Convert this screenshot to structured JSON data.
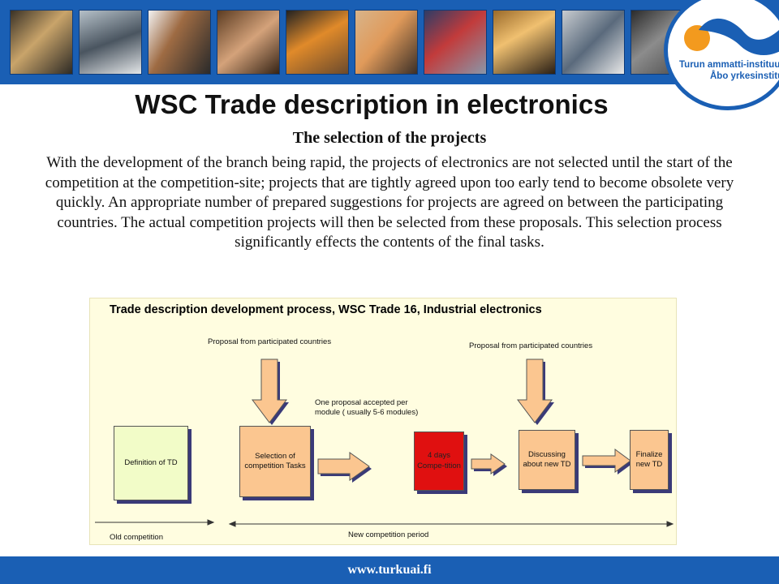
{
  "header": {
    "logo_line1": "Turun ammatti-instituutti",
    "logo_line2": "Åbo yrkesinstitut"
  },
  "page": {
    "title": "WSC Trade description in electronics",
    "subtitle": "The selection of the projects",
    "body": "With the development of the branch being rapid, the projects of electronics are not selected until the start of the competition at the competition-site; projects that are tightly agreed upon too early tend to become obsolete very quickly. An appropriate number of prepared suggestions for projects are agreed on between the participating countries. The actual competition projects will then be selected from these proposals. This selection process significantly effects the contents of the final tasks."
  },
  "diagram": {
    "title": "Trade description development process, WSC Trade 16, Industrial electronics",
    "proposal_left": "Proposal from participated countries",
    "proposal_right": "Proposal from participated countries",
    "accepted_line1": "One proposal accepted per",
    "accepted_line2": "module ( usually 5-6 modules)",
    "boxes": {
      "definition": "Definition of TD",
      "selection": "Selection of competition Tasks",
      "competition": "4 days Compe-tition",
      "discussing": "Discussing about new TD",
      "finalize": "Finalize new TD"
    },
    "old_period": "Old competition",
    "new_period": "New competition period"
  },
  "colors": {
    "banner": "#1a5fb4",
    "arrow_fill": "#fbc690",
    "arrow_shadow": "#3a3a78",
    "box_green": "#f2fcc8",
    "box_orange": "#fbc690",
    "box_red": "#e01010",
    "diagram_bg": "#fffde0",
    "footer": "#1a5fb4"
  },
  "footer": {
    "url": "www.turkuai.fi"
  }
}
